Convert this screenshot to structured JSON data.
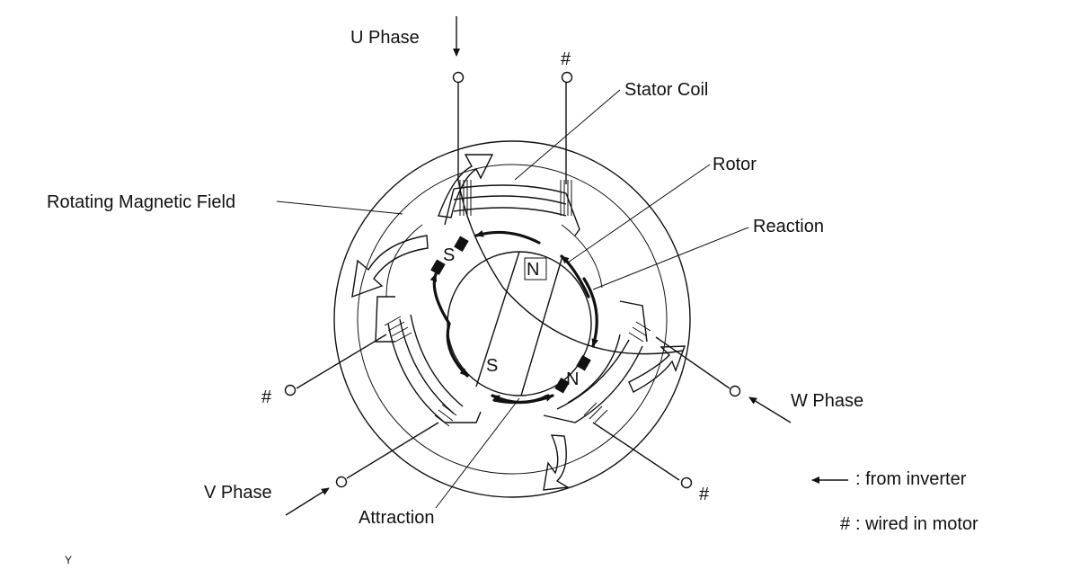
{
  "labels": {
    "u_phase": "U Phase",
    "v_phase": "V Phase",
    "w_phase": "W Phase",
    "stator_coil": "Stator Coil",
    "rotor": "Rotor",
    "reaction": "Reaction",
    "rotating_field": "Rotating Magnetic Field",
    "attraction": "Attraction",
    "hash_u": "#",
    "hash_v": "#",
    "hash_w": "#",
    "rotor_n": "N",
    "rotor_s": "S",
    "pole_s": "S",
    "pole_n": "N",
    "corner_mark": "Y"
  },
  "legend": {
    "arrow_text": ": from inverter",
    "hash_symbol": "#",
    "hash_text": ": wired in motor"
  }
}
